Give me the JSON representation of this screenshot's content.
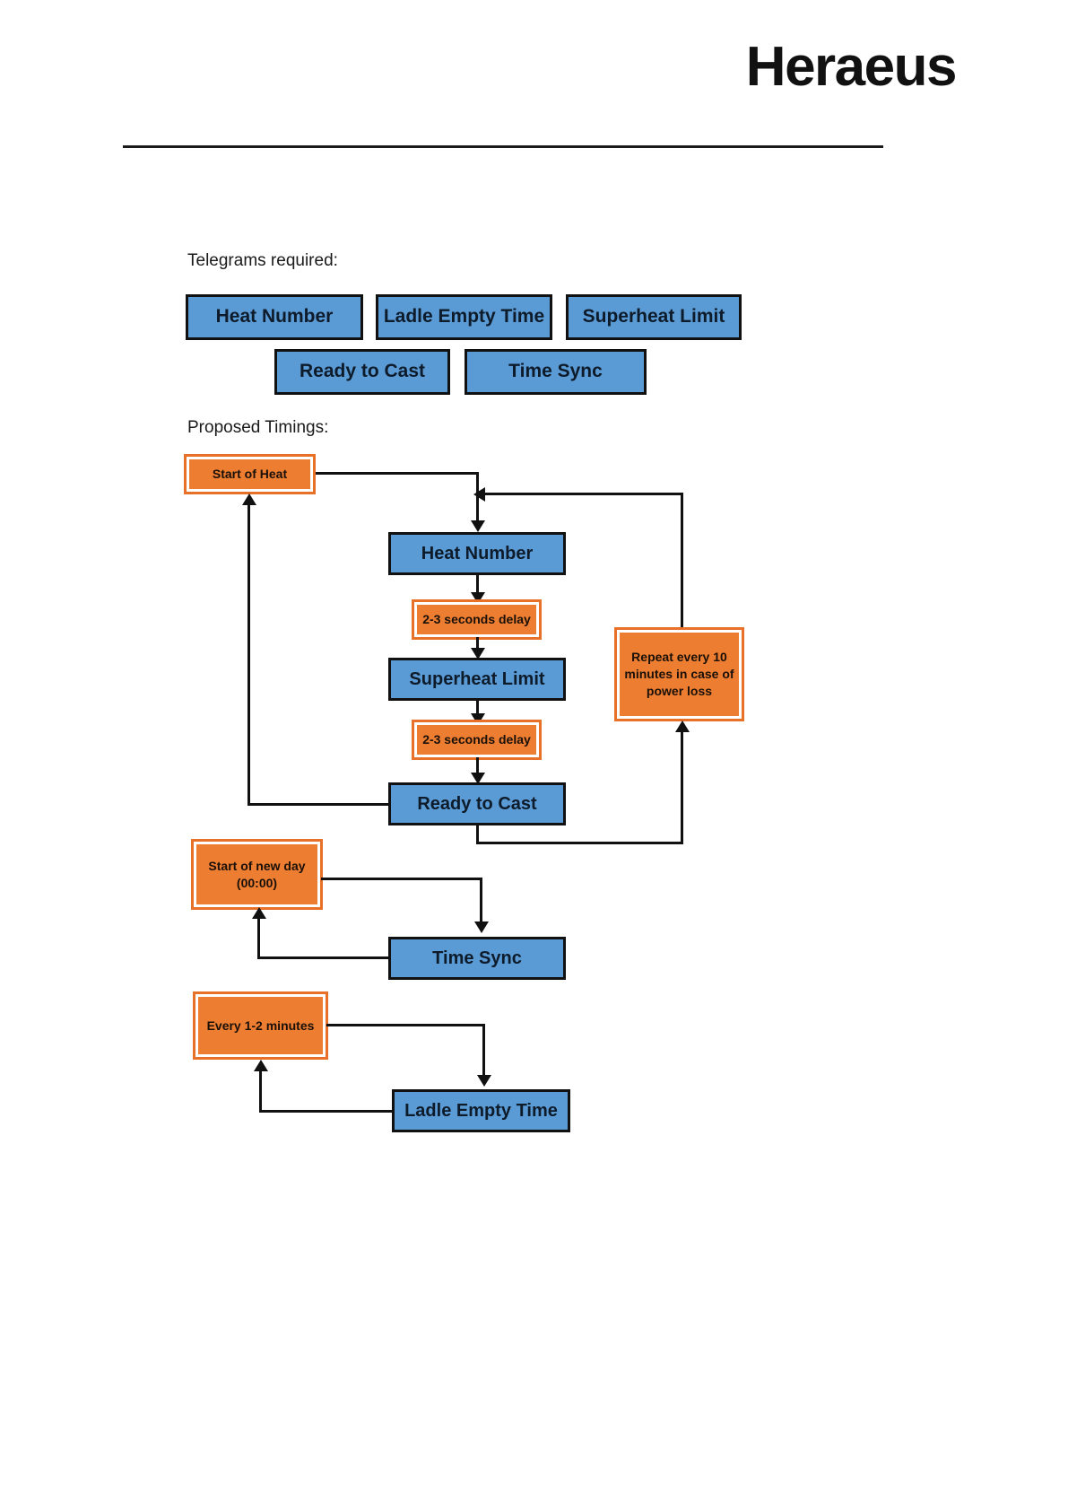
{
  "header": {
    "logo_text": "Heraeus"
  },
  "sections": {
    "telegrams_label": "Telegrams required:",
    "timings_label": "Proposed Timings:"
  },
  "telegrams": [
    {
      "label": "Heat Number"
    },
    {
      "label": "Ladle Empty Time"
    },
    {
      "label": "Superheat Limit"
    },
    {
      "label": "Ready to Cast"
    },
    {
      "label": "Time Sync"
    }
  ],
  "flow": {
    "start_of_heat": "Start of Heat",
    "heat_number": "Heat Number",
    "delay_1": "2-3 seconds delay",
    "superheat_limit": "Superheat Limit",
    "delay_2": "2-3 seconds delay",
    "ready_to_cast": "Ready to Cast",
    "repeat_note": "Repeat every 10 minutes in case of power loss",
    "start_of_new_day_line1": "Start of new day",
    "start_of_new_day_line2": "(00:00)",
    "time_sync": "Time Sync",
    "every_1_2_minutes": "Every 1-2 minutes",
    "ladle_empty_time": "Ladle Empty Time"
  },
  "colors": {
    "blue_fill": "#5b9bd5",
    "orange_fill": "#ed7d31",
    "line": "#111111",
    "inner_outline": "#ffffff"
  }
}
